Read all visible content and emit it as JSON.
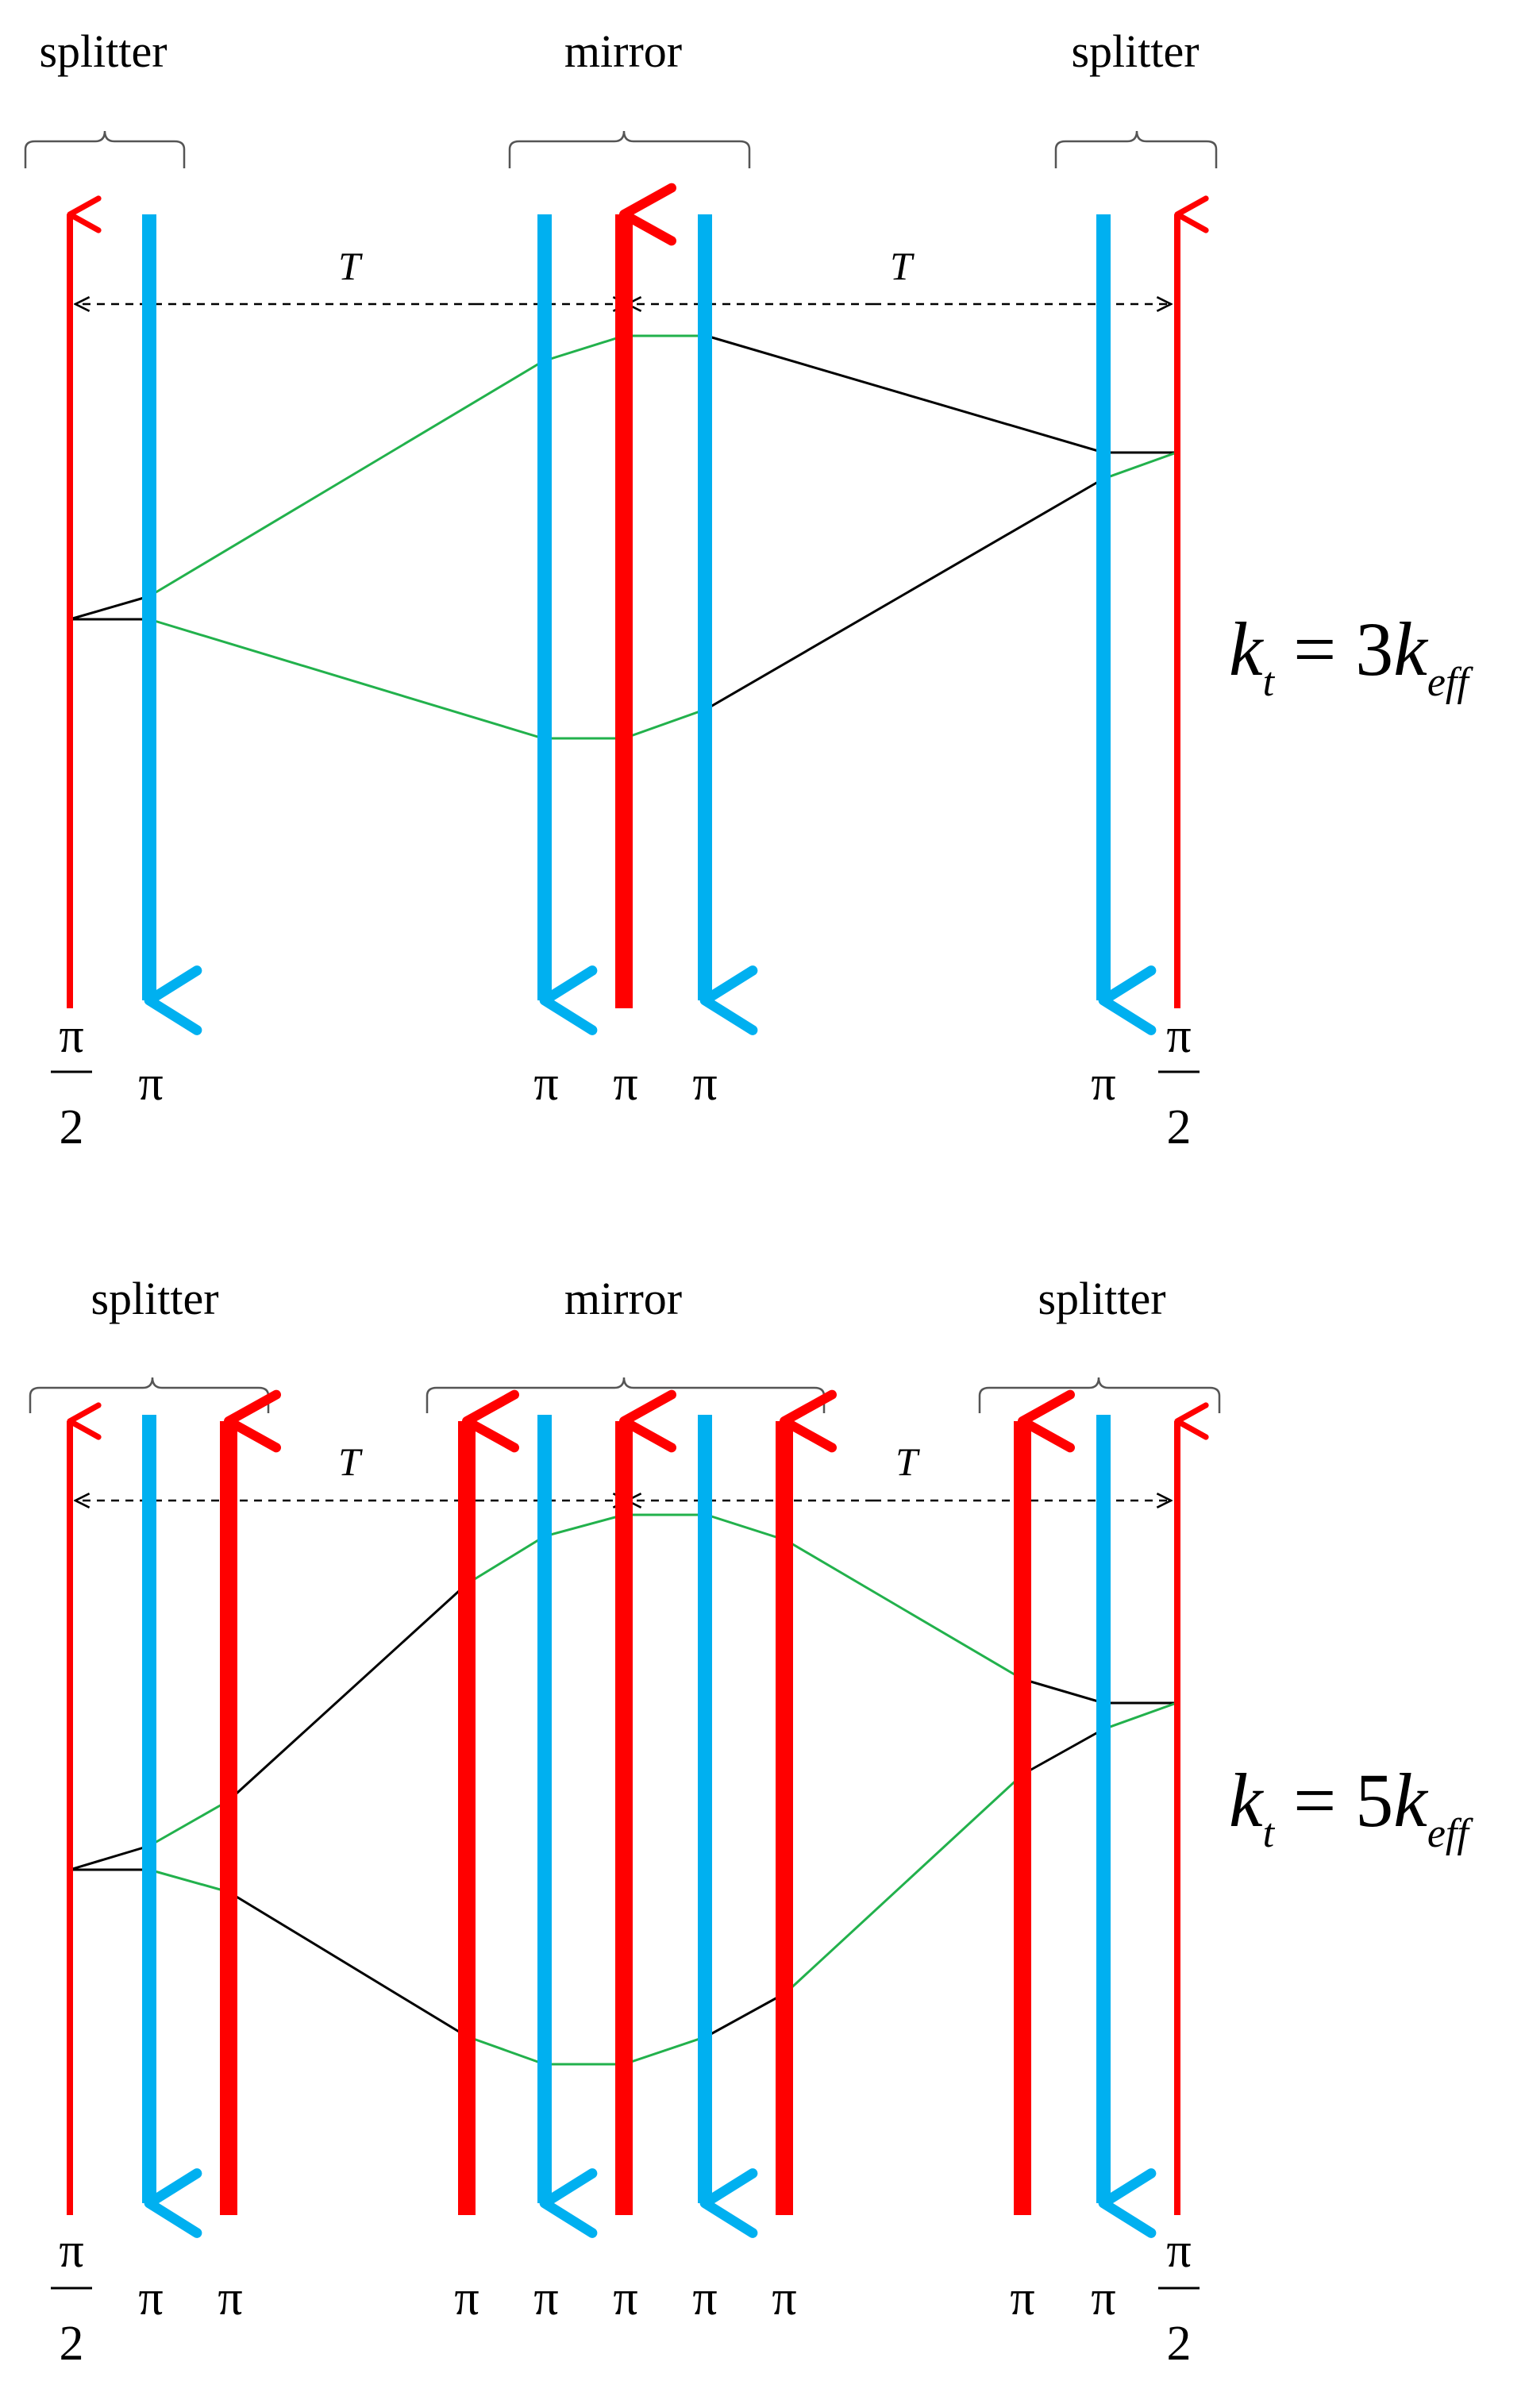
{
  "colors": {
    "up_arrow": "#ff0000",
    "down_arrow": "#00b0f0",
    "path_green": "#22b14c",
    "path_black": "#000000",
    "bracket": "#555555"
  },
  "symbols": {
    "pi": "π",
    "two": "2",
    "T": "T"
  },
  "panels": [
    {
      "labels": {
        "splitter_left": "splitter",
        "mirror": "mirror",
        "splitter_right": "splitter"
      },
      "equation": {
        "k": "k",
        "k_sub": "t",
        "rhs": " = 3",
        "rhs_k": "k",
        "rhs_sub": "eff"
      }
    },
    {
      "labels": {
        "splitter_left": "splitter",
        "mirror": "mirror",
        "splitter_right": "splitter"
      },
      "equation": {
        "k": "k",
        "k_sub": "t",
        "rhs": " = 5",
        "rhs_k": "k",
        "rhs_sub": "eff"
      }
    }
  ]
}
